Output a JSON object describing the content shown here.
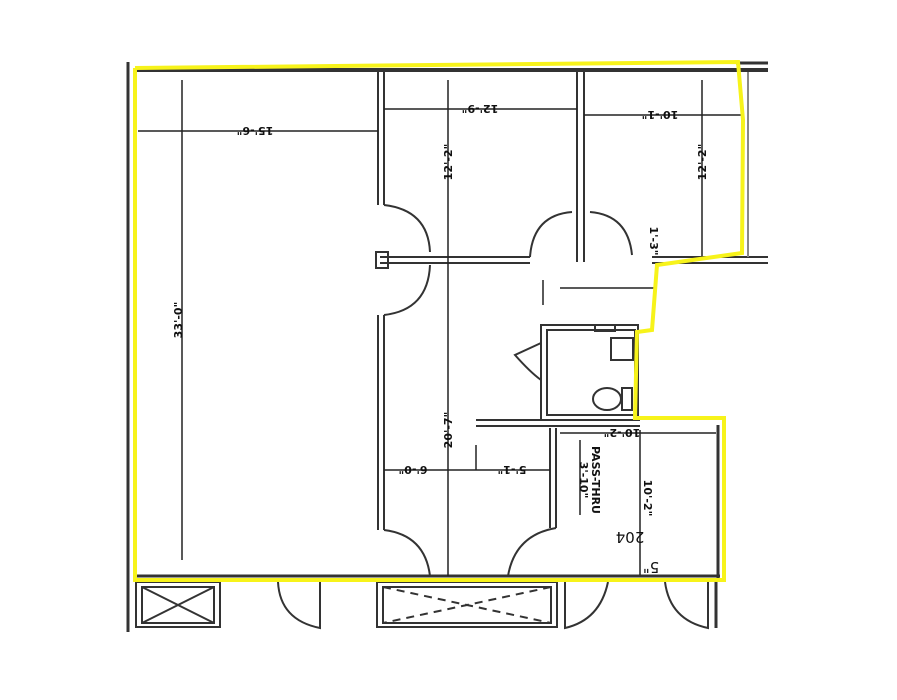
{
  "plan": {
    "room_number": "204",
    "highlight_color": "#f7f31a",
    "wall_color": "#333333",
    "dimensions": {
      "overall_height": "33'-0\"",
      "left_room_width": "15'-6\"",
      "middle_room_width": "12'-9\"",
      "right_room_width": "10'-1\"",
      "middle_room_depth": "12'-2\"",
      "right_room_depth": "12'-2\"",
      "jog": "1'-3\"",
      "lower_corridor_depth": "20'-7\"",
      "lower_left_width": "6'-0\"",
      "lower_mid_width": "5'-1\"",
      "pass_thru_width": "3'-10\"",
      "pass_thru_label": "PASS-THRU",
      "suite_width": "10'-2\"",
      "suite_depth": "10'-2\"",
      "bottom_offset": "5\""
    }
  }
}
